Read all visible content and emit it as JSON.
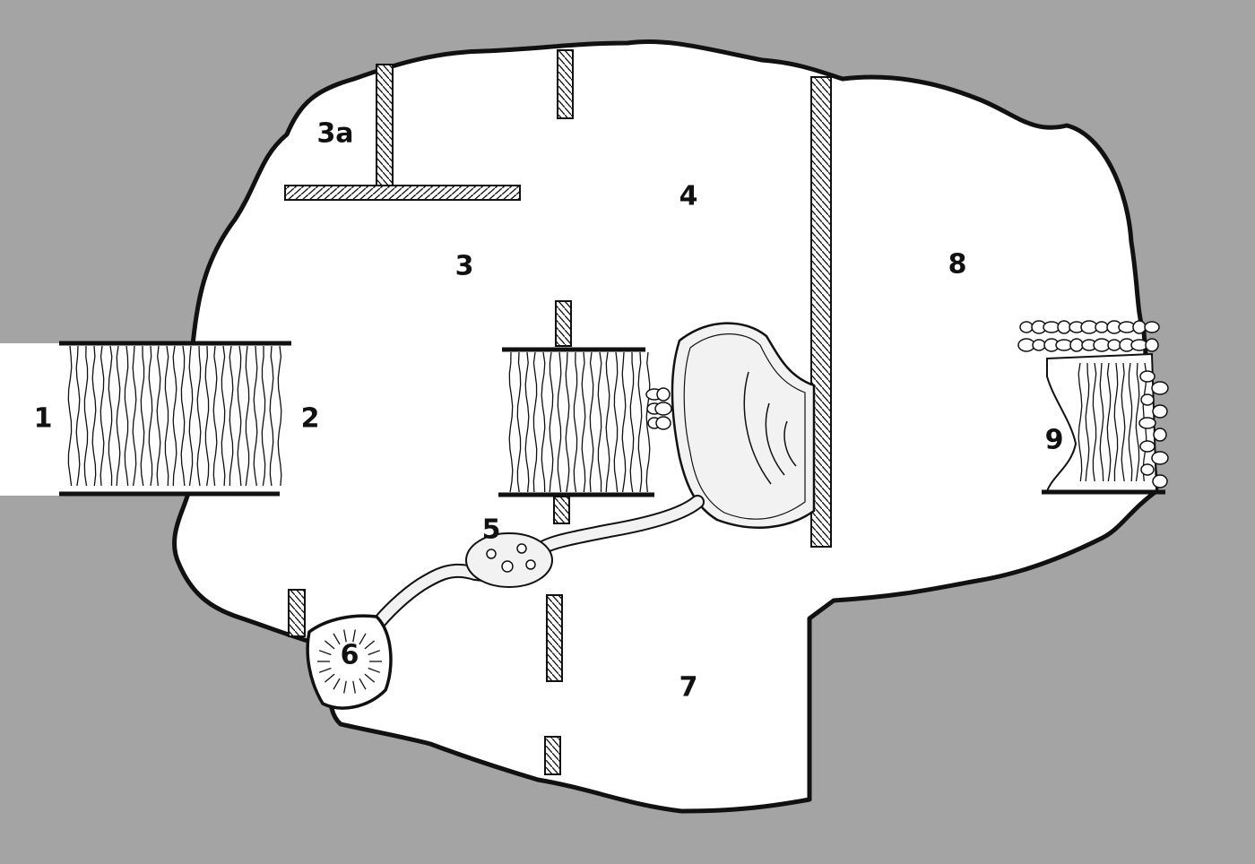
{
  "map": {
    "colors": {
      "background": "#a4a4a4",
      "floor": "#ffffff",
      "ink": "#111111",
      "water": "#eeeeee"
    },
    "areas": [
      {
        "id": "area-1",
        "label": "1"
      },
      {
        "id": "area-2",
        "label": "2"
      },
      {
        "id": "area-3",
        "label": "3"
      },
      {
        "id": "area-3a",
        "label": "3a"
      },
      {
        "id": "area-4",
        "label": "4"
      },
      {
        "id": "area-5",
        "label": "5"
      },
      {
        "id": "area-6",
        "label": "6"
      },
      {
        "id": "area-7",
        "label": "7"
      },
      {
        "id": "area-8",
        "label": "8"
      },
      {
        "id": "area-9",
        "label": "9"
      }
    ],
    "icons": [
      "bridge-icon",
      "wall-icon",
      "stream-icon",
      "pool-icon",
      "rubble-icon",
      "pit-icon"
    ]
  }
}
